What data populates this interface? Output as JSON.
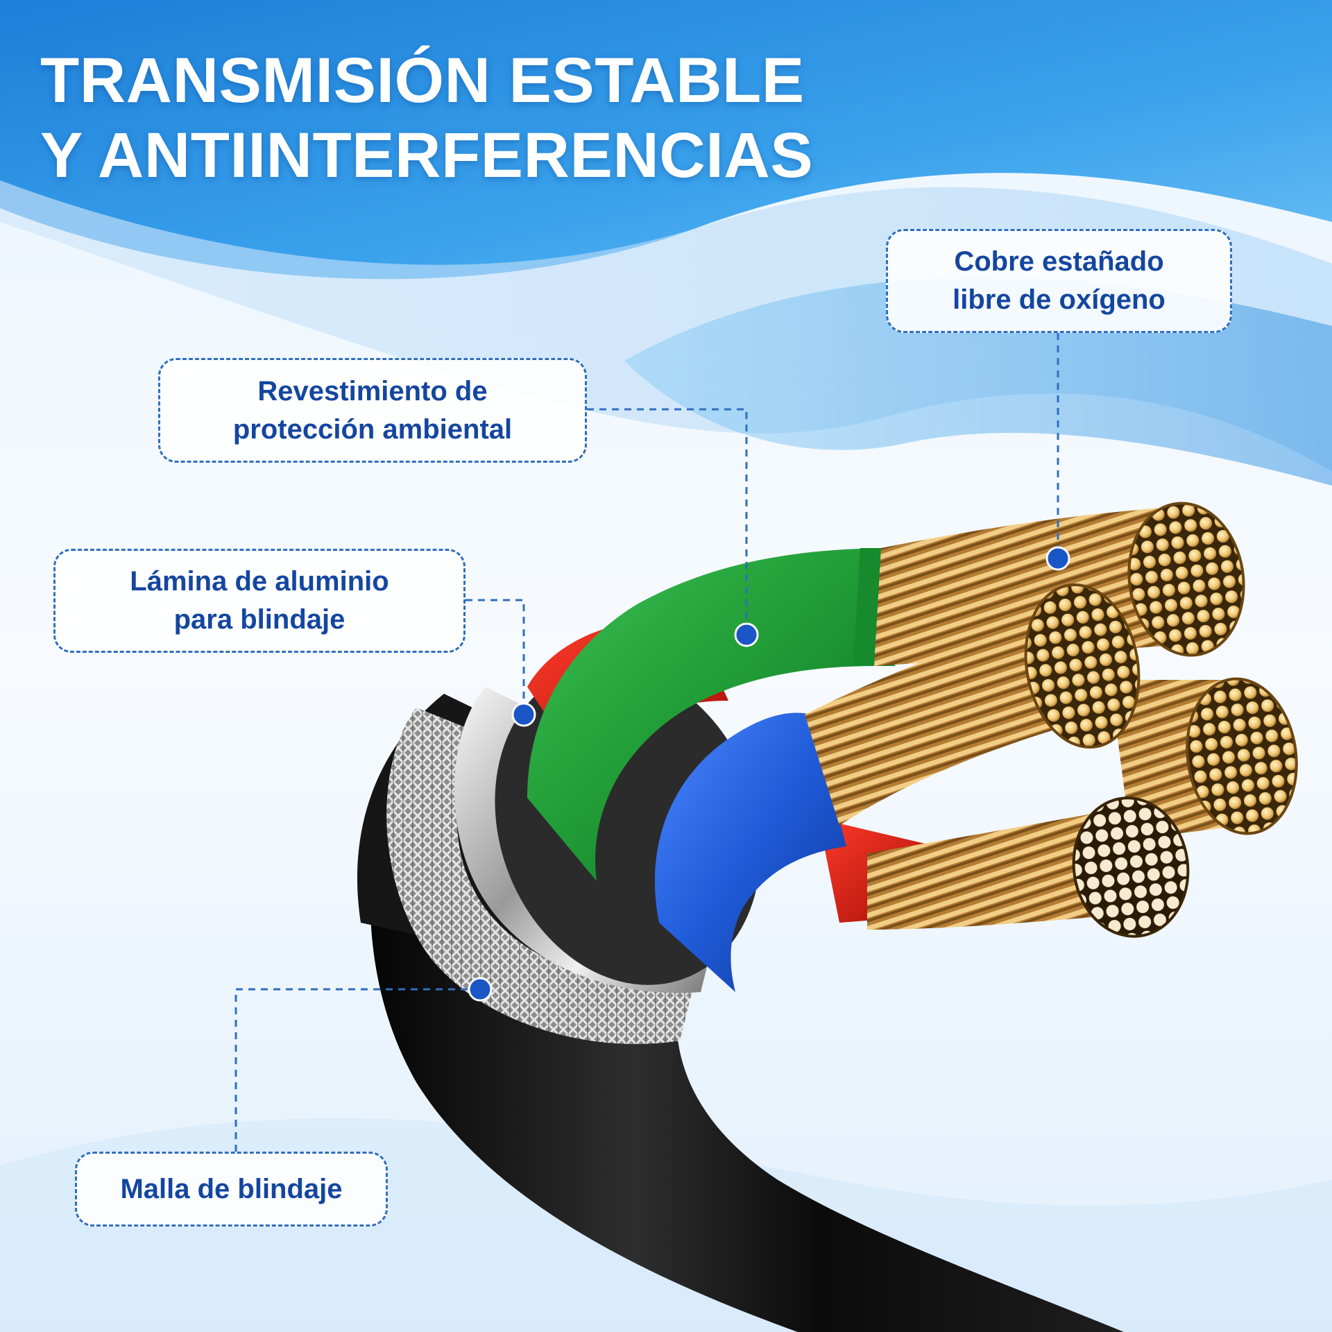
{
  "title": {
    "line1": "TRANSMISIÓN ESTABLE",
    "line2": "Y ANTIINTERFERENCIAS"
  },
  "callouts": {
    "copper": {
      "line1": "Cobre estañado",
      "line2": "libre de oxígeno"
    },
    "jacket": {
      "line1": "Revestimiento de",
      "line2": "protección ambiental"
    },
    "foil": {
      "line1": "Lámina de aluminio",
      "line2": "para blindaje"
    },
    "mesh": {
      "line1": "Malla de blindaje"
    }
  },
  "colors": {
    "accent_blue": "#1446a0",
    "sky_blue": "#2a8fe0",
    "wire_green": "#1f9a35",
    "wire_red": "#d91b12",
    "wire_blue": "#1f5bd8",
    "copper": "#d9a24a",
    "jacket_black": "#141414"
  }
}
